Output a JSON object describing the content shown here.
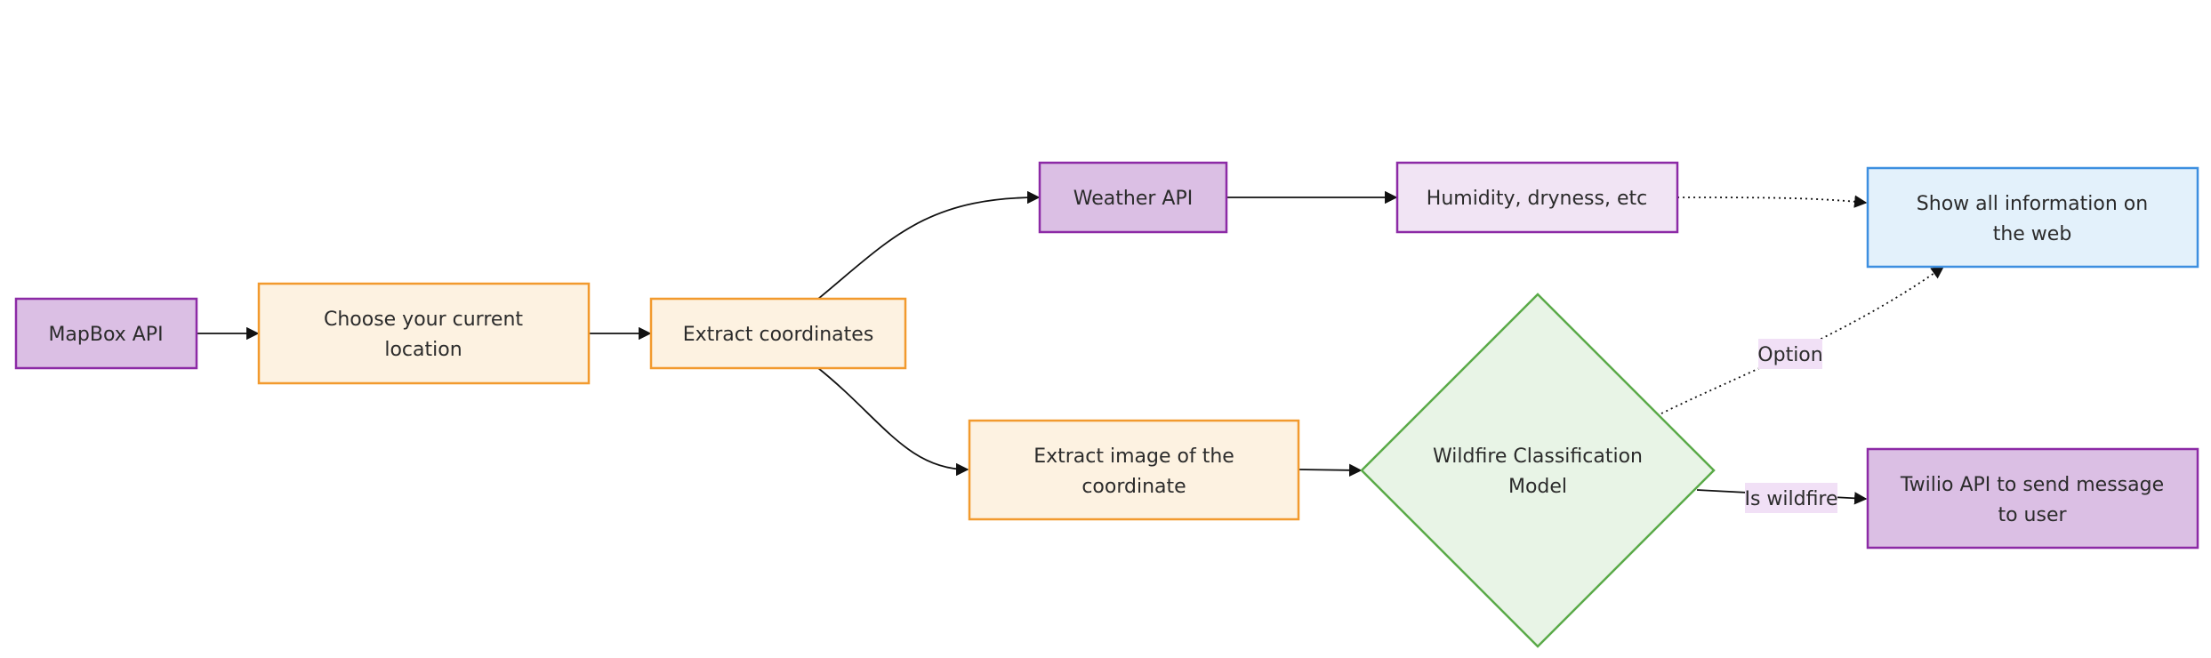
{
  "colors": {
    "purple_fill": "#dbbfe4",
    "purple_stroke": "#8c2aa6",
    "light_purple_fill": "#f1e4f4",
    "orange_fill": "#fdf2e1",
    "orange_stroke": "#f29a2e",
    "blue_fill": "#e3f1fb",
    "blue_stroke": "#3d8fe0",
    "green_fill": "#e8f4e6",
    "green_stroke": "#5aaa48",
    "label_bg": "#f1e0f6"
  },
  "nodes": {
    "mapbox": {
      "lines": [
        "MapBox API"
      ]
    },
    "choose": {
      "lines": [
        "Choose your current",
        "location"
      ]
    },
    "extract_coords": {
      "lines": [
        "Extract coordinates"
      ]
    },
    "weather": {
      "lines": [
        "Weather API"
      ]
    },
    "humidity": {
      "lines": [
        "Humidity, dryness, etc"
      ]
    },
    "show_info": {
      "lines": [
        "Show all information on",
        "the web"
      ]
    },
    "extract_image": {
      "lines": [
        "Extract image of the",
        "coordinate"
      ]
    },
    "classifier": {
      "lines": [
        "Wildfire Classification",
        "Model"
      ]
    },
    "twilio": {
      "lines": [
        "Twilio API to send message",
        "to user"
      ]
    }
  },
  "edge_labels": {
    "option": "Option",
    "is_wildfire": "Is wildfire"
  }
}
